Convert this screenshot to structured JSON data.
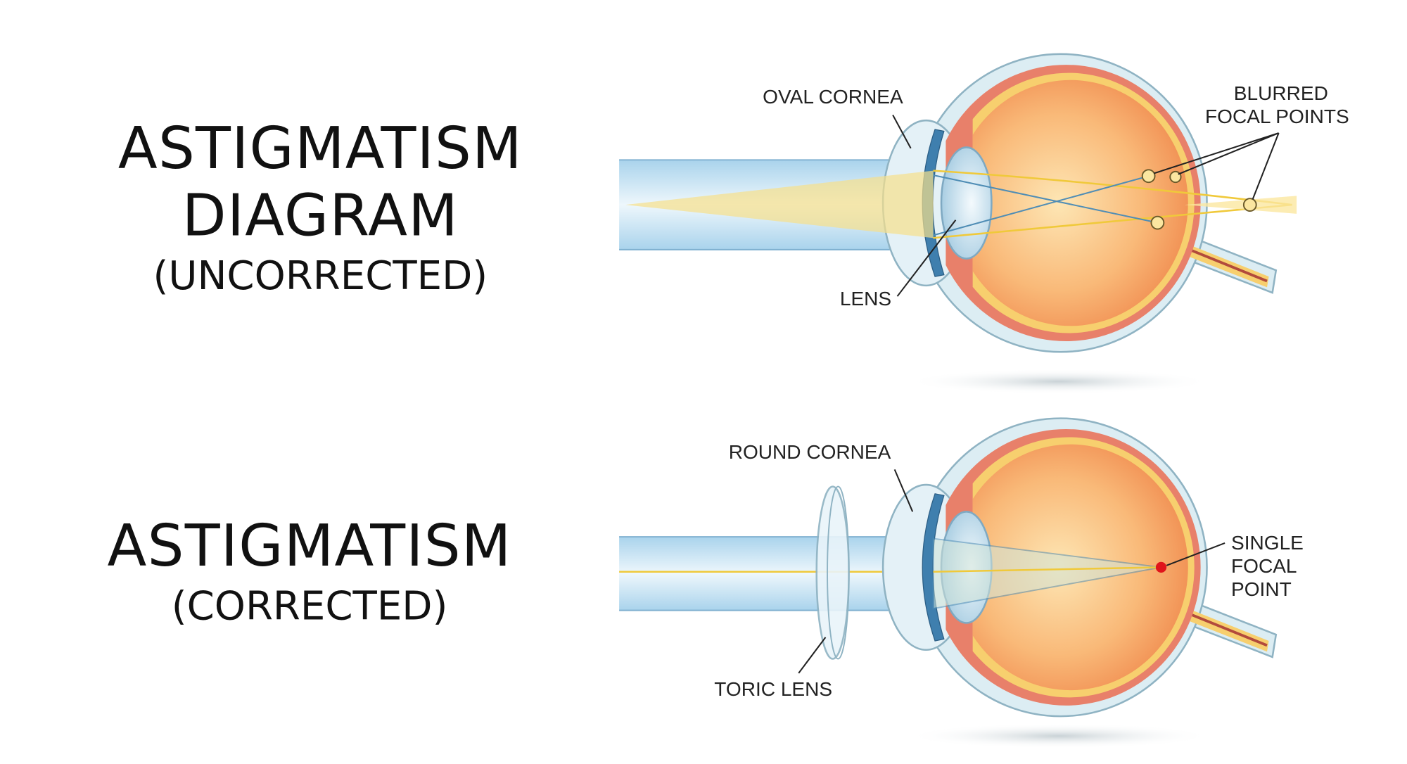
{
  "top": {
    "title_line1": "ASTIGMATISM",
    "title_line2": "DIAGRAM",
    "subtitle": "(UNCORRECTED)",
    "labels": {
      "cornea": "OVAL CORNEA",
      "lens": "LENS",
      "focal_line1": "BLURRED",
      "focal_line2": "FOCAL POINTS"
    }
  },
  "bottom": {
    "title_line1": "ASTIGMATISM",
    "subtitle": "(CORRECTED)",
    "labels": {
      "cornea": "ROUND CORNEA",
      "toric_lens": "TORIC LENS",
      "focal_line1": "SINGLE",
      "focal_line2": "FOCAL",
      "focal_line3": "POINT"
    }
  },
  "colors": {
    "sclera": "#dcedf3",
    "choroid": "#e8806a",
    "retina": "#f7cf6e",
    "vitreous": "#f7a25e",
    "iris": "#3f7fae",
    "beam": "#bfe0f2",
    "ray": "#f3d35a",
    "focal_point": "#e0141b"
  }
}
